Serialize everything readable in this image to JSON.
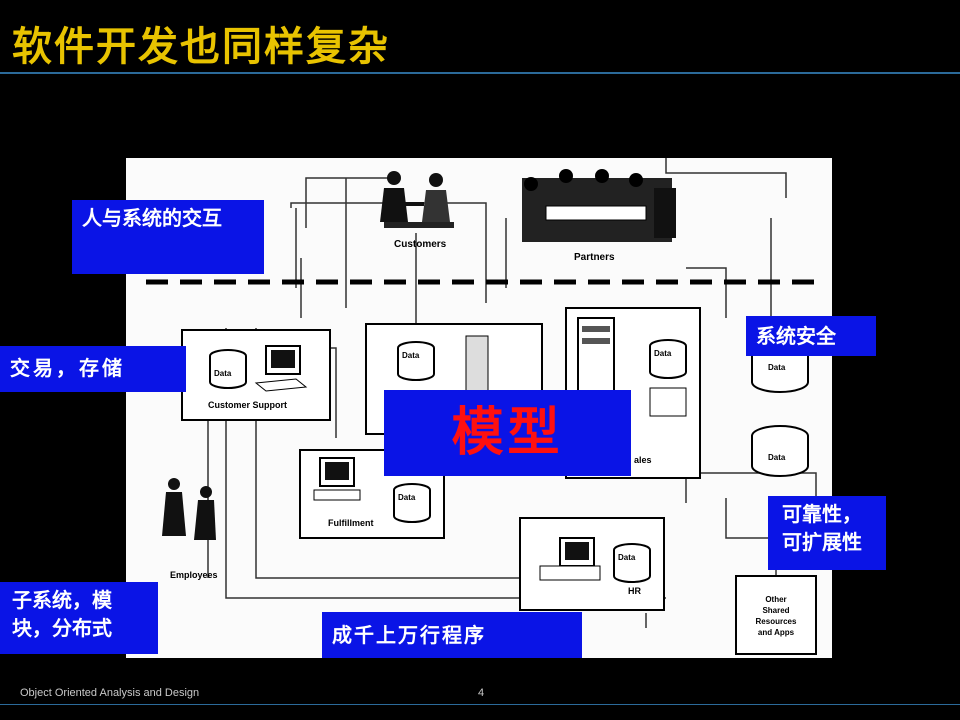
{
  "slide": {
    "title": "软件开发也同样复杂",
    "footer": "Object Oriented Analysis and Design",
    "page_number": "4"
  },
  "diagram": {
    "labels": {
      "customers": "Customers",
      "partners": "Partners",
      "customer_support": "Customer Support",
      "fulfillment": "Fulfillment",
      "sales": "ales",
      "hr": "HR",
      "employees": "Employees",
      "other_shared": [
        "Other",
        "Shared",
        "Resources",
        "and Apps"
      ],
      "data": "Data"
    }
  },
  "callouts": {
    "human_system": "人与系统的交互",
    "transaction": "交易，存储",
    "security": "系统安全",
    "reliability": "可靠性，可扩展性",
    "subsystem": "子系统，模块，分布式",
    "lines_of_code": "成千上万行程序",
    "model": "模型"
  }
}
